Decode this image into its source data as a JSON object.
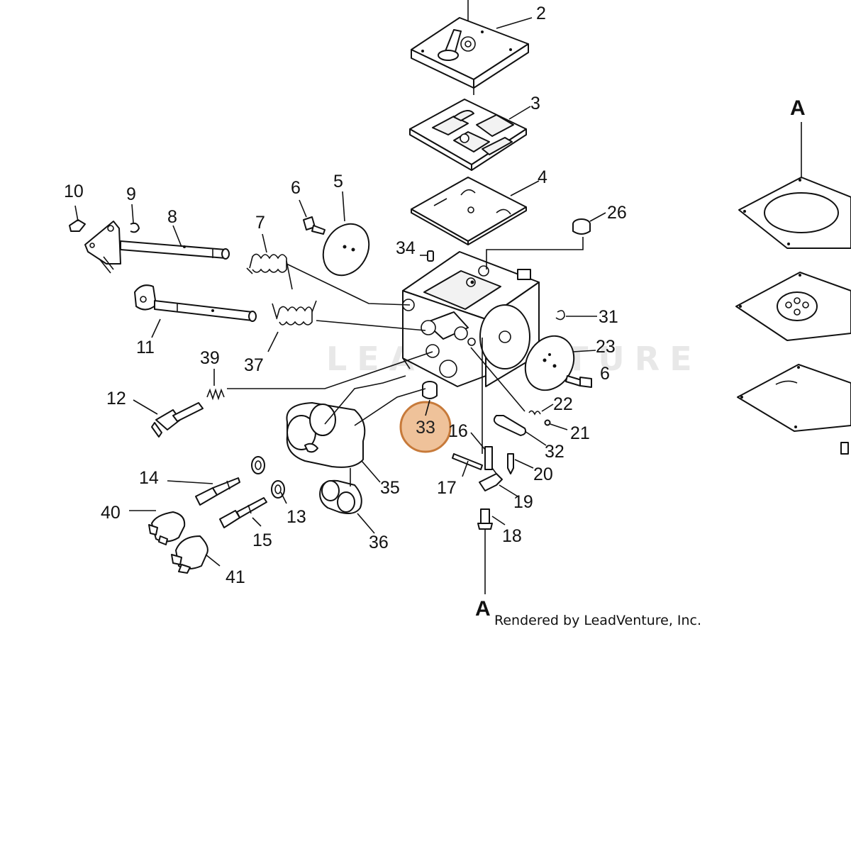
{
  "diagram": {
    "watermark": "LEADVENTURE",
    "credit": "Rendered by LeadVenture, Inc.",
    "view_label": "A",
    "highlight": {
      "label": "33",
      "color": "#e8a86f",
      "border": "#c77a3a"
    },
    "callouts": [
      {
        "id": "2",
        "label": "2"
      },
      {
        "id": "3",
        "label": "3"
      },
      {
        "id": "4",
        "label": "4"
      },
      {
        "id": "5",
        "label": "5"
      },
      {
        "id": "6a",
        "label": "6"
      },
      {
        "id": "6b",
        "label": "6"
      },
      {
        "id": "7",
        "label": "7"
      },
      {
        "id": "8",
        "label": "8"
      },
      {
        "id": "9",
        "label": "9"
      },
      {
        "id": "10",
        "label": "10"
      },
      {
        "id": "11",
        "label": "11"
      },
      {
        "id": "12",
        "label": "12"
      },
      {
        "id": "13",
        "label": "13"
      },
      {
        "id": "14",
        "label": "14"
      },
      {
        "id": "15",
        "label": "15"
      },
      {
        "id": "16",
        "label": "16"
      },
      {
        "id": "17",
        "label": "17"
      },
      {
        "id": "18",
        "label": "18"
      },
      {
        "id": "19",
        "label": "19"
      },
      {
        "id": "20",
        "label": "20"
      },
      {
        "id": "21",
        "label": "21"
      },
      {
        "id": "22",
        "label": "22"
      },
      {
        "id": "23",
        "label": "23"
      },
      {
        "id": "26",
        "label": "26"
      },
      {
        "id": "31",
        "label": "31"
      },
      {
        "id": "32",
        "label": "32"
      },
      {
        "id": "34",
        "label": "34"
      },
      {
        "id": "35",
        "label": "35"
      },
      {
        "id": "36",
        "label": "36"
      },
      {
        "id": "37",
        "label": "37"
      },
      {
        "id": "39",
        "label": "39"
      },
      {
        "id": "40",
        "label": "40"
      },
      {
        "id": "41",
        "label": "41"
      }
    ]
  }
}
